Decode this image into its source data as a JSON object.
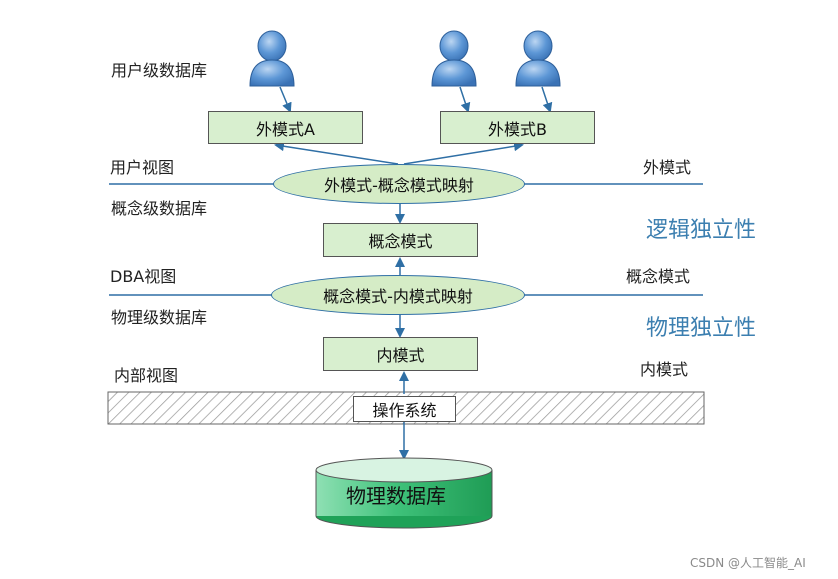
{
  "labels": {
    "user_db": "用户级数据库",
    "user_view": "用户视图",
    "concept_db": "概念级数据库",
    "dba_view": "DBA视图",
    "physical_db": "物理级数据库",
    "internal_view": "内部视图",
    "right_external": "外模式",
    "right_concept": "概念模式",
    "right_internal": "内模式",
    "logical_independence": "逻辑独立性",
    "physical_independence": "物理独立性"
  },
  "nodes": {
    "external_a": "外模式A",
    "external_b": "外模式B",
    "mapping_ext_concept": "外模式-概念模式映射",
    "concept_schema": "概念模式",
    "mapping_concept_internal": "概念模式-内模式映射",
    "internal_schema": "内模式",
    "os": "操作系统",
    "physical_database": "物理数据库"
  },
  "users": [
    {
      "icon": "user-icon"
    },
    {
      "icon": "user-icon"
    },
    {
      "icon": "user-icon"
    }
  ],
  "colors": {
    "line_blue": "#2f6fa5",
    "box_green": "#d8efcf",
    "oval_green": "#d5ecc6",
    "label_blue": "#3c7fb0",
    "user_blue": "#4a86c8",
    "db_green": "#27b463"
  },
  "watermark": "CSDN @人工智能_AI"
}
